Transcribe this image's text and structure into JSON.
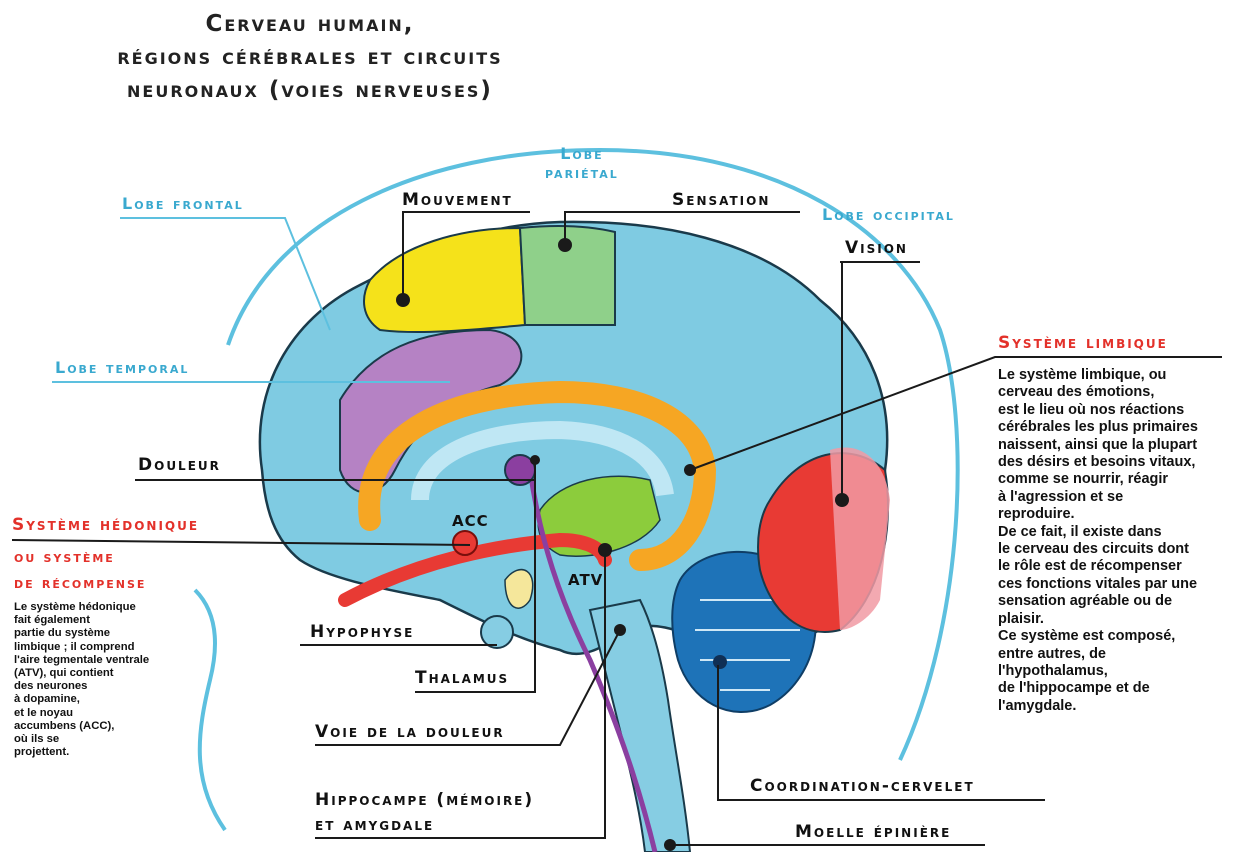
{
  "title": {
    "line1": "Cerveau humain,",
    "line2": "régions cérébrales et circuits",
    "line3": "neuronaux (voies nerveuses)"
  },
  "labels": {
    "lobe_parietal_1": "Lobe",
    "lobe_parietal_2": "pariétal",
    "lobe_frontal": "Lobe frontal",
    "lobe_occipital": "Lobe occipital",
    "lobe_temporal": "Lobe temporal",
    "mouvement": "Mouvement",
    "sensation": "Sensation",
    "vision": "Vision",
    "douleur": "Douleur",
    "acc": "ACC",
    "atv": "ATV",
    "hypophyse": "Hypophyse",
    "thalamus": "Thalamus",
    "voie_douleur": "Voie de la douleur",
    "hippocampe_1": "Hippocampe (mémoire)",
    "hippocampe_2": "et amygdale",
    "coordination": "Coordination-cervelet",
    "moelle": "Moelle épinière"
  },
  "limbic": {
    "heading": "Système limbique",
    "lines": [
      "Le système limbique, ou",
      "cerveau des émotions,",
      "est le lieu où nos réactions",
      "cérébrales les plus primaires",
      "naissent, ainsi que la plupart",
      "des désirs et besoins vitaux,",
      "comme se nourrir, réagir",
      "à l'agression et se",
      "reproduire.",
      "De ce fait, il existe dans",
      "le cerveau des circuits dont",
      "le rôle est de récompenser",
      "ces fonctions vitales par une",
      "sensation agréable ou de",
      "plaisir.",
      "Ce système est composé,",
      "entre autres, de",
      "l'hypothalamus,",
      "de l'hippocampe et de",
      "l'amygdale."
    ]
  },
  "hedonic": {
    "heading1": "Système hédonique",
    "heading2": "ou système",
    "heading3": "de récompense",
    "lines": [
      "Le système hédonique",
      "fait également",
      "partie du système",
      "limbique ; il comprend",
      "l'aire tegmentale ventrale",
      "(ATV), qui contient",
      "des neurones",
      "à dopamine,",
      "et le noyau",
      "accumbens (ACC),",
      "où ils se",
      "projettent."
    ]
  },
  "colors": {
    "label_blue": "#3aa9cf",
    "accent_red": "#e3312a",
    "cortex": "#7fcbe2",
    "motor": "#f5e21a",
    "limbic": "#f6a623",
    "pain": "#8b3fa0",
    "visual": "#e83a34"
  }
}
